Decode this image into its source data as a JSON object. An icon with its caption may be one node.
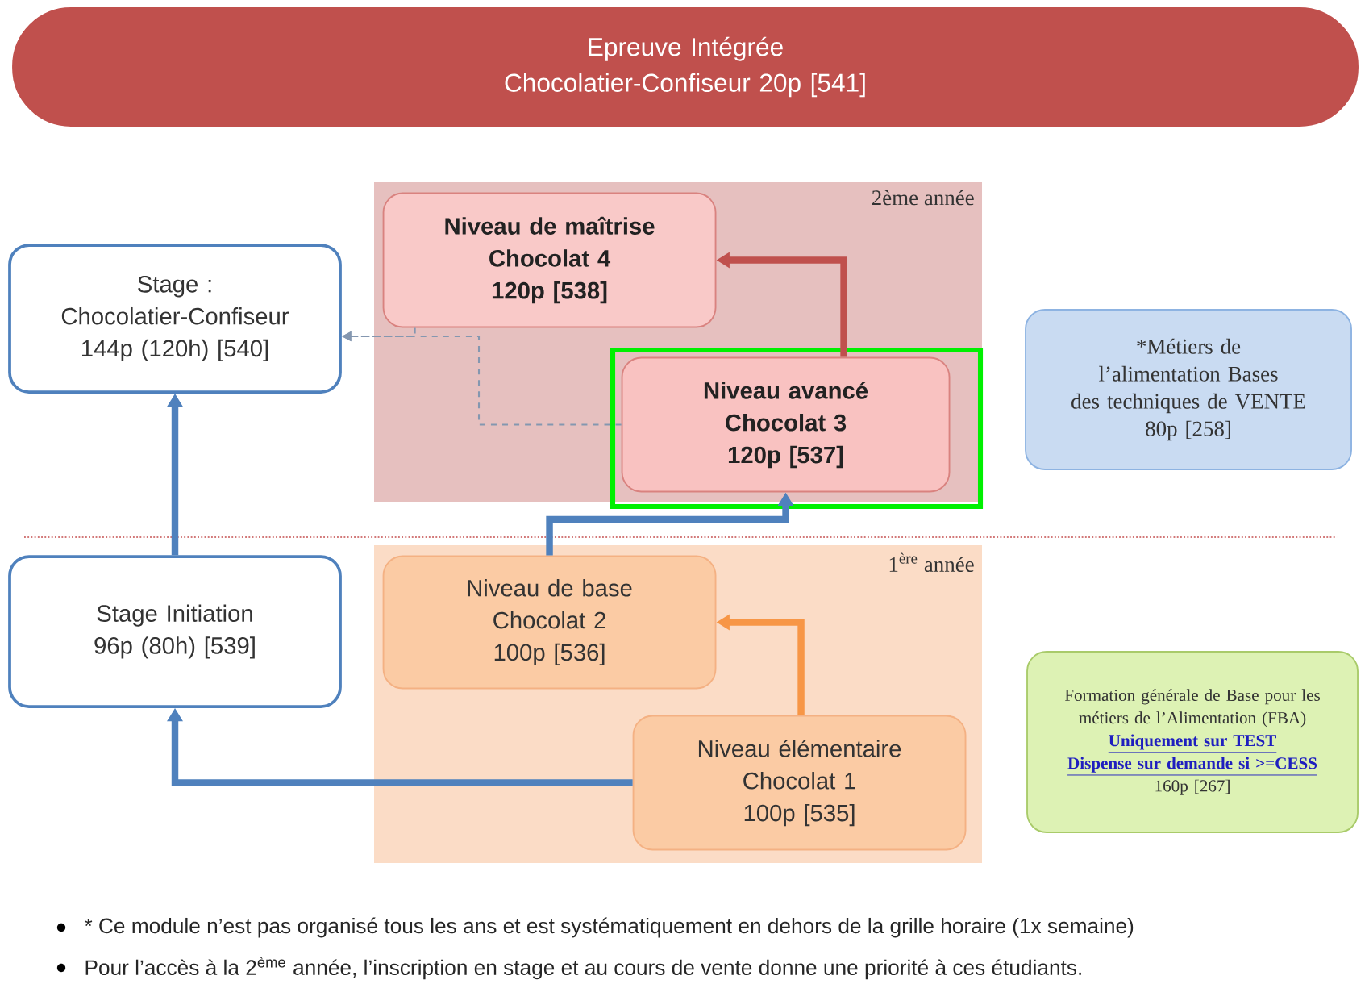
{
  "diagram": {
    "nodes": [
      {
        "text": [
          "Epreuve Intégrée",
          "Chocolatier-Confiseur 20p [541]"
        ]
      },
      {
        "text": [
          "2ème année"
        ]
      },
      {
        "text": [
          "Niveau de maîtrise",
          "Chocolat 4",
          "120p [538]"
        ],
        "in": 1
      },
      {
        "text": [
          "Stage :",
          "Chocolatier-Confiseur",
          "144p (120h) [540]"
        ]
      },
      {
        "text": [
          "Niveau avancé",
          "Chocolat 3",
          "120p [537]"
        ],
        "in": 1
      },
      {
        "text": [
          "*Métiers de l’alimentation Bases des techniques de VENTE",
          "80p [258]"
        ]
      },
      {
        "text": [
          "1$^{ère}$ année"
        ]
      },
      {
        "text": [
          "Niveau de base",
          "Chocolat 2",
          "100p [536]"
        ],
        "in": 6
      },
      {
        "text": [
          "Stage Initiation",
          "96p (80h) [539]"
        ]
      },
      {
        "text": [
          "Niveau élémentaire",
          "Chocolat 1",
          "100p [535]"
        ],
        "in": 6
      },
      {
        "text": [
          "Formation générale de Base pour les métiers de l’Alimentation (FBA)",
          "Uniquement sur TEST",
          "Dispense sur demande si >=CESS",
          "160p [267]"
        ]
      }
    ],
    "edges": [
      {
        "from": 4,
        "to": 2,
        "arrow": "to",
        "color": "#c0504d"
      },
      {
        "from": 2,
        "to": 3,
        "arrow": "to",
        "style": "dashed",
        "color": "#8497b0"
      },
      {
        "from": 4,
        "to": 3,
        "arrow": "to",
        "style": "dashed",
        "color": "#8497b0"
      },
      {
        "from": 7,
        "to": 4,
        "arrow": "to"
      },
      {
        "from": 8,
        "to": 3,
        "arrow": "to"
      },
      {
        "from": 9,
        "to": 7,
        "arrow": "to",
        "color": "#f79646"
      },
      {
        "from": 9,
        "to": 8,
        "arrow": "to"
      }
    ],
    "labels": [
      "* Ce module n’est pas organisé tous les ans et est systématiquement en dehors de la grille horaire (1x semaine)",
      "Pour l’accès à la 2$^{ème}$ année, l’inscription en stage et au cours de vente donne une priorité à ces étudiants."
    ]
  }
}
